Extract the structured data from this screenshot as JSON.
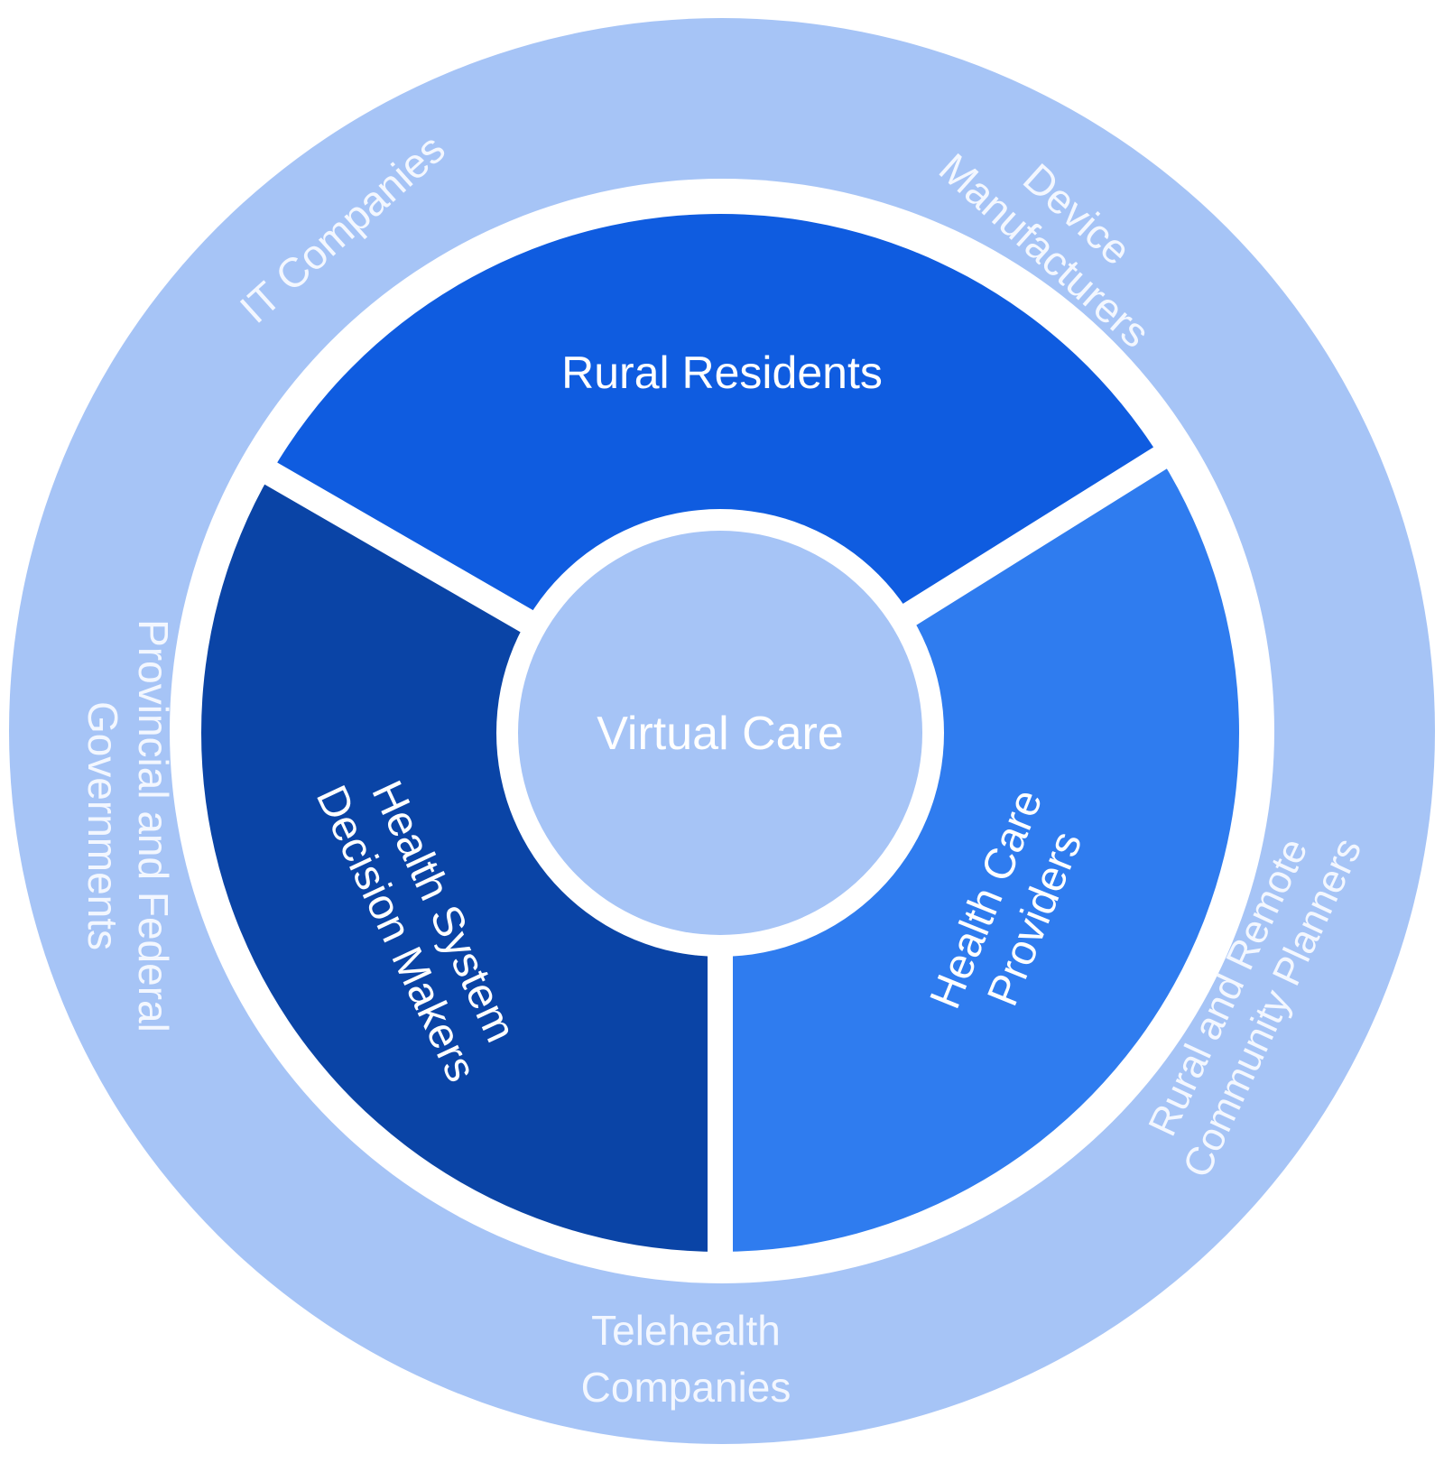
{
  "diagram": {
    "center": {
      "label": "Virtual Care"
    },
    "inner_segments": [
      {
        "id": "rural-residents",
        "lines": [
          "Rural Residents"
        ]
      },
      {
        "id": "health-care-providers",
        "lines": [
          "Health Care",
          "Providers"
        ]
      },
      {
        "id": "health-system-decision-makers",
        "lines": [
          "Health System",
          "Decision Makers"
        ]
      }
    ],
    "outer_ring": [
      {
        "id": "it-companies",
        "lines": [
          "IT Companies"
        ]
      },
      {
        "id": "device-manufacturers",
        "lines": [
          "Device",
          "Manufacturers"
        ]
      },
      {
        "id": "rural-remote-community-planners",
        "lines": [
          "Rural and Remote",
          "Community Planners"
        ]
      },
      {
        "id": "telehealth-companies",
        "lines": [
          "Telehealth",
          "Companies"
        ]
      },
      {
        "id": "provincial-federal-governments",
        "lines": [
          "Provincial and Federal",
          "Governments"
        ]
      }
    ],
    "colors": {
      "outer_ring": "#a6c4f6",
      "center": "#a6c4f6",
      "rural_residents": "#0f5ce0",
      "health_care_providers": "#2f7cef",
      "health_system_decision_makers": "#0a44a6",
      "separator": "#ffffff"
    }
  }
}
